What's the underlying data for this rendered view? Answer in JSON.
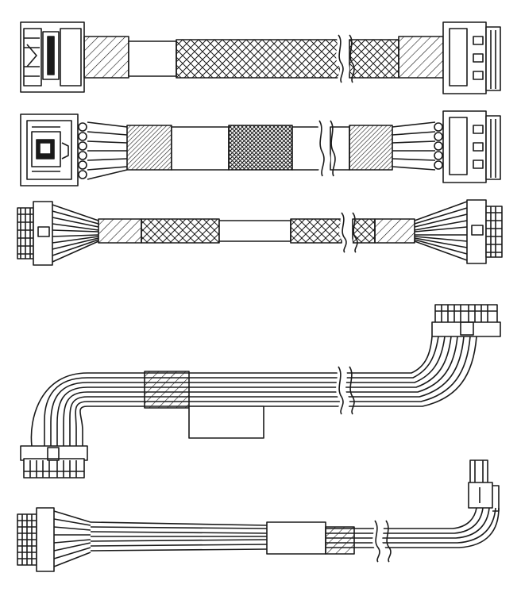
{
  "colors": {
    "ink": "#1a1a1a",
    "paper": "#ffffff",
    "hatch": "#1a1a1a"
  },
  "diagram": {
    "style": "monochrome line-art technical drawing",
    "cables": [
      {
        "id": "cable-1",
        "connector_left": "slimline-sas-connector",
        "connector_right": "molex-connector-4pin",
        "sleeve": [
          "diagonal-hatch",
          "plain-band",
          "crosshatch",
          "crosshatch",
          "diagonal-hatch"
        ]
      },
      {
        "id": "cable-2",
        "connector_left": "sff-connector-with-latch",
        "connector_right": "molex-connector-4pin",
        "sleeve": [
          "fan-out-wires",
          "dark-hatch",
          "plain-band",
          "dense-crosshatch",
          "plain-band",
          "dark-hatch",
          "fan-out-wires"
        ]
      },
      {
        "id": "cable-3",
        "connector_left": "multi-pin-header",
        "connector_right": "multi-pin-header",
        "sleeve": [
          "fan-out-wires",
          "diagonal-hatch",
          "crosshatch",
          "plain-band",
          "crosshatch",
          "crosshatch",
          "diagonal-hatch",
          "fan-out-wires"
        ]
      },
      {
        "id": "cable-4",
        "connector_left": "multi-pin-header-down",
        "connector_right": "multi-pin-header-up",
        "sleeve": [
          "bent-wires",
          "diagonal-hatch-band",
          "label-flag",
          "bent-wires"
        ]
      },
      {
        "id": "cable-5",
        "connector_left": "wide-header",
        "connector_right": "small-right-angle-connector",
        "sleeve": [
          "fan-out-wires",
          "plain-band",
          "diagonal-hatch-band",
          "bent-wires"
        ]
      }
    ]
  }
}
